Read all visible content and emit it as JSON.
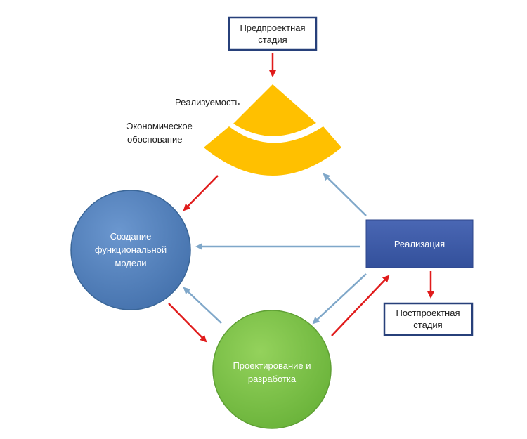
{
  "stages": {
    "pre_project": [
      "Предпроектная",
      "стадия"
    ],
    "post_project": [
      "Постпроектная",
      "стадия"
    ]
  },
  "feasibility": {
    "realizability": "Реализуемость",
    "economic_justification": [
      "Экономическое",
      "обоснование"
    ]
  },
  "nodes": {
    "functional_model": [
      "Создание",
      "функциональной",
      "модели"
    ],
    "design_development": [
      "Проектирование и",
      "разработка"
    ],
    "implementation": "Реализация"
  },
  "colors": {
    "wedge": "#ffc000",
    "functional_model_fill": "#4f81bd",
    "design_fill": "#77c043",
    "implementation_fill": "#3c58a6",
    "red_arrow": "#e01b1b",
    "blue_arrow": "#7fa7c9",
    "box_border": "#27407a"
  }
}
